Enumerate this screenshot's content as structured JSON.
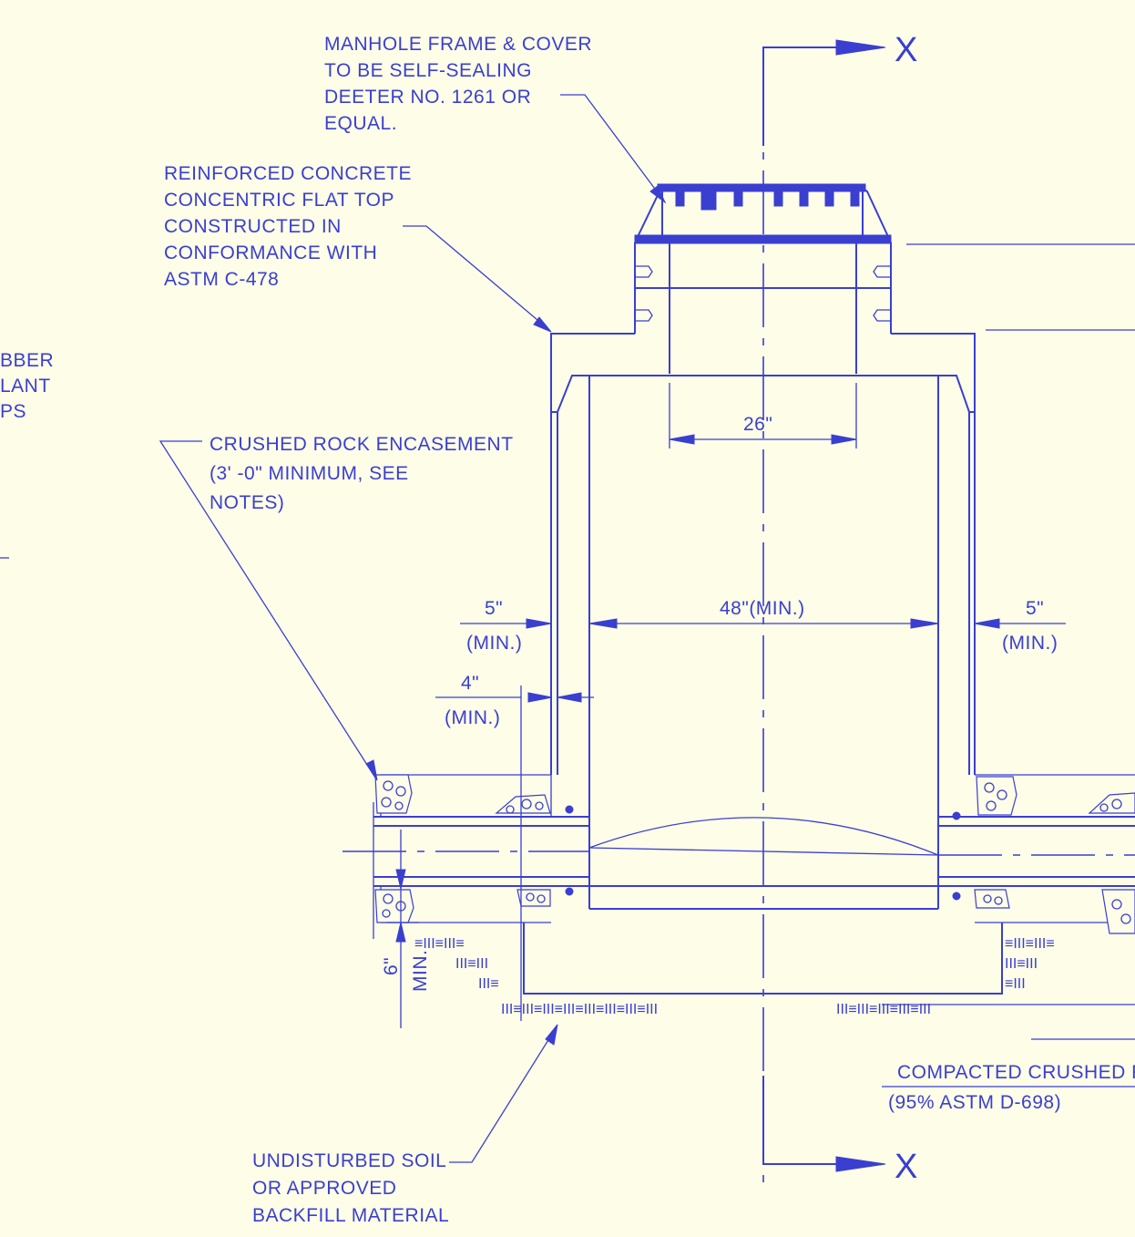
{
  "labels": {
    "frame_cover": [
      "MANHOLE FRAME & COVER",
      "TO BE SELF-SEALING",
      "DEETER NO. 1261 OR",
      "EQUAL."
    ],
    "flat_top": [
      "REINFORCED CONCRETE",
      "CONCENTRIC FLAT TOP",
      "CONSTRUCTED IN",
      "CONFORMANCE WITH",
      "ASTM C-478"
    ],
    "left_cut": [
      "BBER",
      "LANT",
      "PS"
    ],
    "rock_encasement": [
      "CRUSHED ROCK ENCASEMENT",
      "(3' -0\" MINIMUM, SEE",
      "NOTES)"
    ],
    "compacted_rock": [
      "COMPACTED CRUSHED R",
      "(95% ASTM D-698)"
    ],
    "undisturbed_soil": [
      "UNDISTURBED SOIL",
      "OR APPROVED",
      "BACKFILL MATERIAL"
    ]
  },
  "dimensions": {
    "opening": "26\"",
    "inside_diameter": "48\"(MIN.)",
    "wall_left": "5\"",
    "wall_left_min": "(MIN.)",
    "wall_right": "5\"",
    "wall_right_min": "(MIN.)",
    "step": "4\"",
    "step_min": "(MIN.)",
    "base": "6\"",
    "base_min": "MIN."
  },
  "section_marks": {
    "top": "X",
    "bottom": "X"
  },
  "hatch_text": {
    "left_row1": "≡III≡III≡",
    "left_row2": "III≡III",
    "left_row3": "III≡",
    "bottom_row_left": "III≡III≡III≡III≡III≡III≡III≡III",
    "bottom_row_right": "III≡III≡III≡III≡III",
    "right_row1": "≡III≡III≡",
    "right_row2": "III≡III",
    "right_row3": "≡III"
  },
  "colors": {
    "ink": "#3a3fd0",
    "paper": "#fdfde8"
  }
}
